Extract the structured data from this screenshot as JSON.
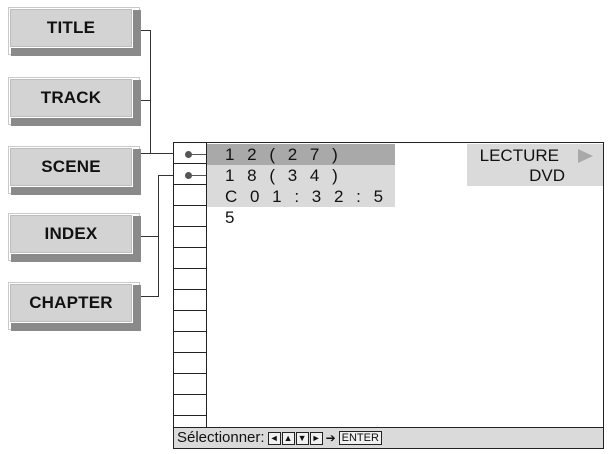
{
  "buttons": {
    "title": "TITLE",
    "track": "TRACK",
    "scene": "SCENE",
    "index": "INDEX",
    "chapter": "CHAPTER"
  },
  "screen": {
    "rows": [
      {
        "value": "1 2 ( 2 7 )"
      },
      {
        "value": "1 8 ( 3 4 )"
      },
      {
        "value": "C   0 1 : 3 2 : 5 5"
      }
    ],
    "status_lecture": "LECTURE",
    "status_disc": "DVD",
    "footer_label": "Sélectionner:",
    "footer_enter": "ENTER"
  },
  "icons": [
    "left-arrow-icon",
    "up-arrow-icon",
    "down-arrow-icon",
    "right-arrow-icon",
    "play-icon"
  ]
}
